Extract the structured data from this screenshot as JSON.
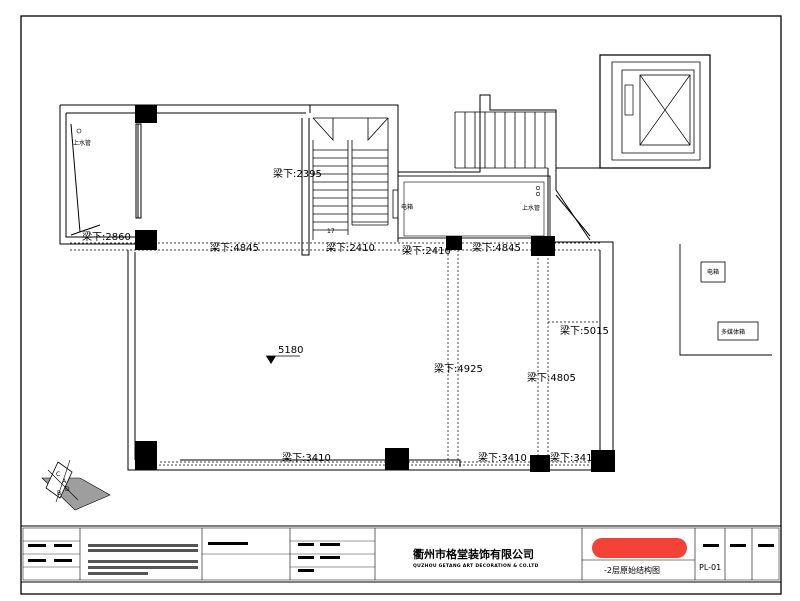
{
  "room_labels": {
    "water_supply_left": "上水管",
    "water_supply_right": "上水管",
    "electric_well_mid": "电箱",
    "electric_box_right": "电箱",
    "multimedia_box": "多媒体箱",
    "stair_count": "17"
  },
  "beam_labels": {
    "b1": "梁下:2395",
    "b2": "梁下:2860",
    "b3": "梁下:4845",
    "b4": "梁下:2410",
    "b5": "梁下:2410",
    "b6": "梁下:4845",
    "b7": "梁下:5015",
    "b8": "梁下:4925",
    "b9": "梁下:4805",
    "b10": "梁下:3410",
    "b11": "梁下:3410",
    "b12": "梁下:3410"
  },
  "elevation_mark": "5180",
  "compass_letters": [
    "C",
    "A",
    "D",
    "B"
  ],
  "title_block": {
    "company_cn": "衢州市格堂装饰有限公司",
    "company_en": "QUZHOU GETANG ART DECORATION & CO.LTD",
    "drawing_title": "-2层原始结构图",
    "drawing_no": "PL-01",
    "stamp_color": "#f44336"
  }
}
